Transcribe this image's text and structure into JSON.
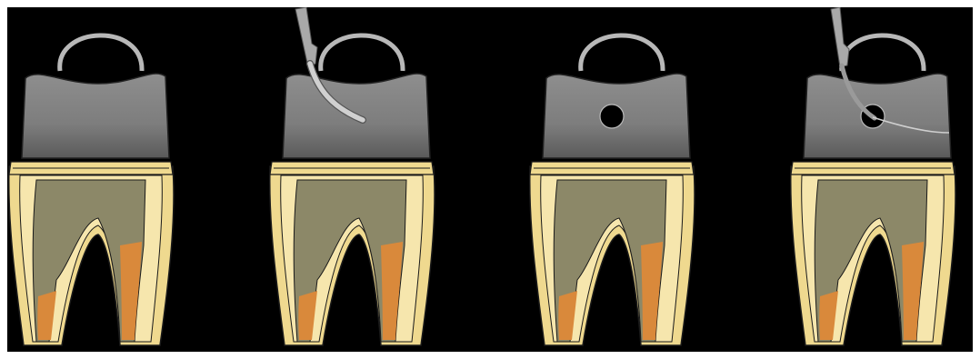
{
  "figure": {
    "background": "#000000",
    "colors": {
      "crown": "#7d7d7d",
      "crown_shade": "#5a5a5a",
      "clamp": "#b8b8b8",
      "enamel": "#efd98f",
      "dentin": "#f6e6ad",
      "pulp": "#8c8868",
      "canal_fill": "#d9893b",
      "file": "#a9a9a9"
    },
    "panels": [
      {
        "step": "crown-with-clamp",
        "features": []
      },
      {
        "step": "bur-entering-crown",
        "features": [
          "bur"
        ]
      },
      {
        "step": "access-cavity-opened",
        "features": [
          "access-hole"
        ]
      },
      {
        "step": "instrument-in-access-cavity",
        "features": [
          "access-hole",
          "instrument"
        ]
      }
    ]
  }
}
